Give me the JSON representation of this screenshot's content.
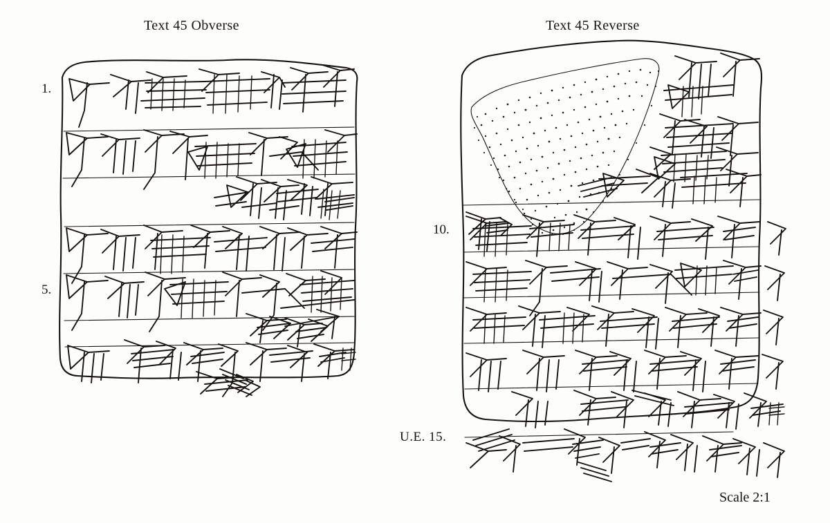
{
  "page": {
    "background_color": "#fdfdfc",
    "ink_color": "#191310",
    "scale_note": "Scale 2:1"
  },
  "captions": {
    "obverse": "Text 45 Obverse",
    "reverse": "Text 45 Reverse"
  },
  "line_numbers": {
    "obverse_first": "1.",
    "obverse_fifth": "5.",
    "reverse_tenth": "10.",
    "upper_edge": "U.E. 15."
  },
  "tablets": [
    {
      "id": "obverse",
      "label": "Text 45 Obverse",
      "side": "obverse",
      "condition": "complete",
      "ruled_lines": 7,
      "damaged_area": false,
      "numbered_lines": [
        "1.",
        "5."
      ]
    },
    {
      "id": "reverse",
      "label": "Text 45 Reverse",
      "side": "reverse",
      "condition": "upper-left corner broken away",
      "ruled_lines": 8,
      "damaged_area": true,
      "damage_render": "stippled",
      "numbered_lines": [
        "10.",
        "U.E. 15."
      ]
    }
  ],
  "figure": {
    "type": "cuneiform-hand-copy",
    "text_number": "45",
    "views": [
      "Obverse",
      "Reverse"
    ],
    "scale": "2:1"
  }
}
